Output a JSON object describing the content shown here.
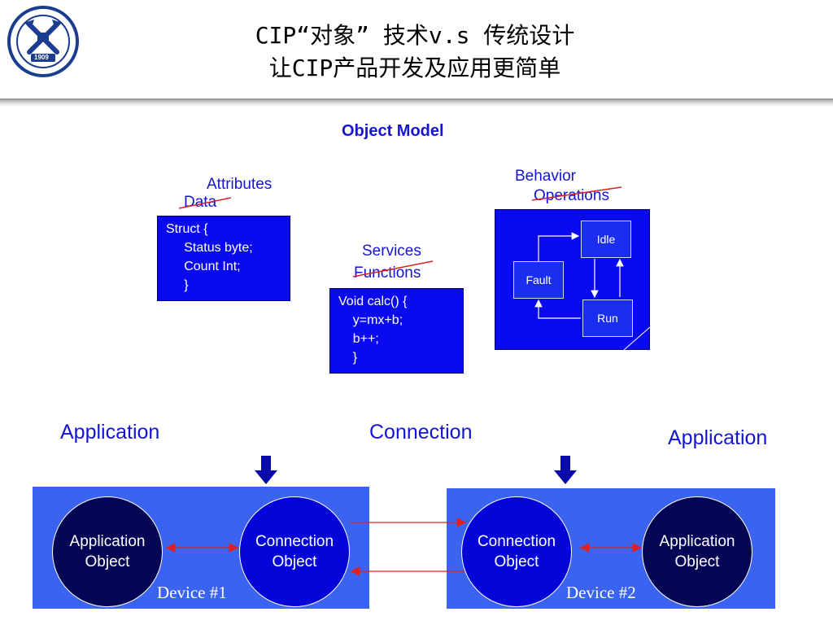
{
  "header": {
    "title_line1": "CIP“对象” 技术v.s 传统设计",
    "title_line2": "让CIP产品开发及应用更简单",
    "logo_year": "1909"
  },
  "object_model": {
    "heading": "Object Model",
    "attributes_label": "Attributes",
    "data_label": "Data",
    "struct_lines": [
      "Struct {",
      "     Status byte;",
      "     Count Int;",
      "     }"
    ],
    "services_label": "Services",
    "functions_label": "Functions",
    "func_lines": [
      "Void calc() {",
      "    y=mx+b;",
      "    b++;",
      "    }"
    ],
    "behavior_label": "Behavior",
    "operations_label": "Operations",
    "states": {
      "idle": "Idle",
      "fault": "Fault",
      "run": "Run"
    }
  },
  "bottom": {
    "application_left": "Application",
    "connection": "Connection",
    "application_right": "Application",
    "device1": {
      "app_object": "Application Object",
      "conn_object": "Connection Object",
      "label": "Device #1"
    },
    "device2": {
      "conn_object": "Connection Object",
      "app_object": "Application Object",
      "label": "Device #2"
    }
  },
  "colors": {
    "primary_blue": "#0a0aee",
    "panel_blue": "#3a63f0",
    "dark_navy": "#050555",
    "label_blue": "#1414d6",
    "strike_red": "#d62020",
    "arrow_red": "#e02020"
  }
}
